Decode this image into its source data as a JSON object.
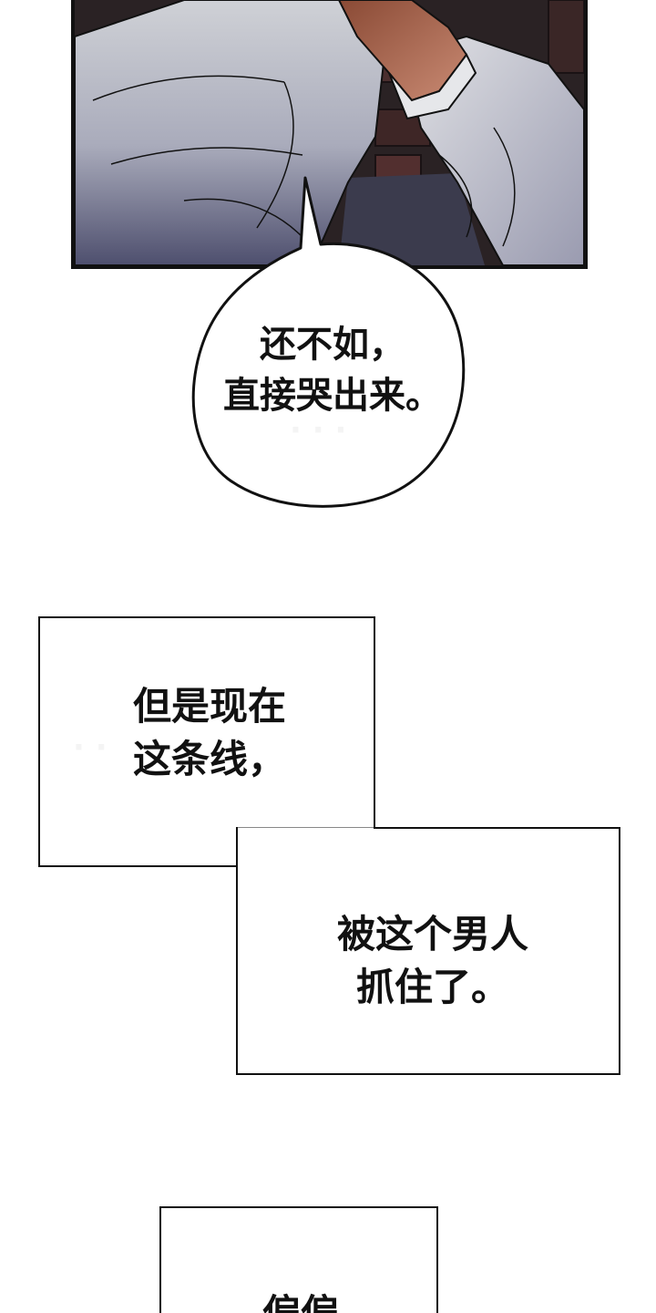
{
  "speech_bubble": {
    "lines": "还不如，\n直接哭出来。"
  },
  "caption_box_1": {
    "lines": "但是现在\n这条线，"
  },
  "caption_box_2": {
    "lines": "被这个男人\n抓住了。"
  },
  "caption_box_3": {
    "lines": "偏偏"
  },
  "colors": {
    "ink": "#111111",
    "shirt_light": "#d9dbe0",
    "shirt_shadow": "#6f7088",
    "skin": "#b86d4f",
    "brick_dark": "#3a2626"
  }
}
